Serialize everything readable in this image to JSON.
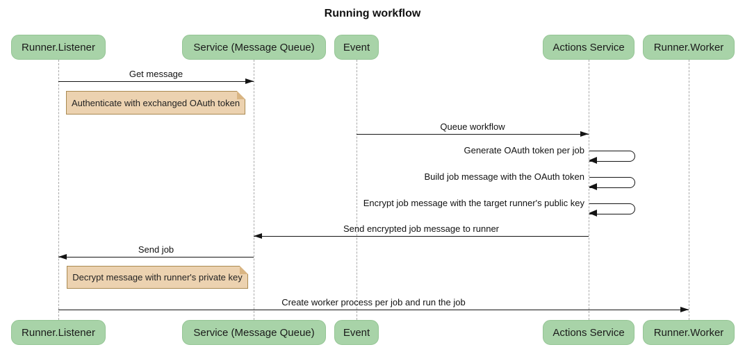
{
  "title": "Running workflow",
  "actors": [
    {
      "label": "Runner.Listener"
    },
    {
      "label": "Service (Message Queue)"
    },
    {
      "label": "Event"
    },
    {
      "label": "Actions Service"
    },
    {
      "label": "Runner.Worker"
    }
  ],
  "messages": [
    {
      "label": "Get message",
      "from": "Runner.Listener",
      "to": "Service (Message Queue)",
      "direction": "right"
    },
    {
      "label": "Queue workflow",
      "from": "Event",
      "to": "Actions Service",
      "direction": "right"
    },
    {
      "label": "Generate OAuth token per job",
      "from": "Actions Service",
      "to": "Actions Service",
      "direction": "self"
    },
    {
      "label": "Build job message with the OAuth token",
      "from": "Actions Service",
      "to": "Actions Service",
      "direction": "self"
    },
    {
      "label": "Encrypt job message with the target runner's public key",
      "from": "Actions Service",
      "to": "Actions Service",
      "direction": "self"
    },
    {
      "label": "Send encrypted job message to runner",
      "from": "Actions Service",
      "to": "Service (Message Queue)",
      "direction": "left"
    },
    {
      "label": "Send job",
      "from": "Service (Message Queue)",
      "to": "Runner.Listener",
      "direction": "left"
    },
    {
      "label": "Create worker process per job and run the job",
      "from": "Runner.Listener",
      "to": "Runner.Worker",
      "direction": "right"
    }
  ],
  "notes": [
    {
      "label": "Authenticate with exchanged OAuth token",
      "over": "Runner.Listener"
    },
    {
      "label": "Decrypt message with runner's private key",
      "over": "Runner.Listener"
    }
  ],
  "colors": {
    "background": "#ffffff",
    "actor_fill": "#a8d3a8",
    "actor_border": "#94c594",
    "note_fill": "#ecd2b0",
    "note_border": "#a98950",
    "note_fold": "#d9b583",
    "lifeline": "#a9a9a9",
    "arrow": "#141414",
    "text": "#111111"
  }
}
